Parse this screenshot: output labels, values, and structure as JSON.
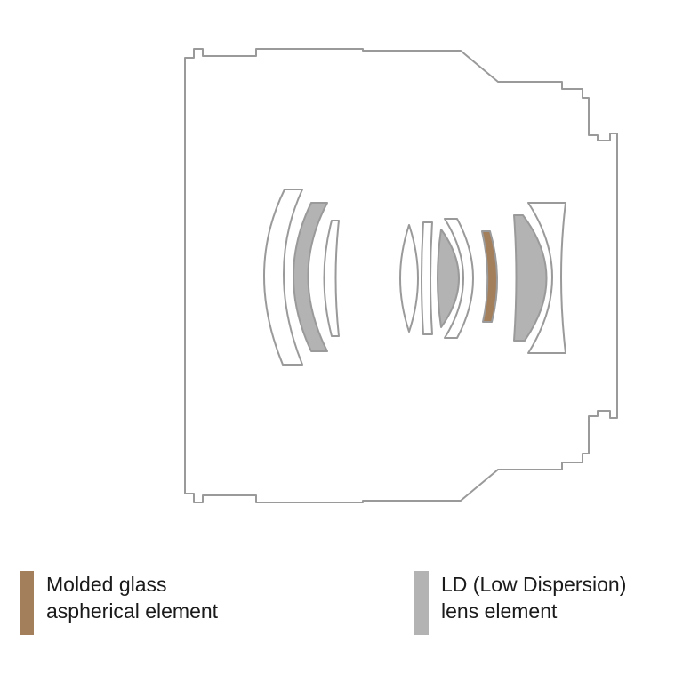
{
  "legend": [
    {
      "line1": "Molded glass",
      "line2": "aspherical element",
      "color": "#a47f5c"
    },
    {
      "line1": "LD (Low Dispersion)",
      "line2": "lens element",
      "color": "#b3b3b3"
    }
  ],
  "colors": {
    "outline": "#9a9a9a",
    "background": "#ffffff",
    "ld_fill": "#b3b3b3",
    "aspherical_fill": "#a47f5c"
  }
}
